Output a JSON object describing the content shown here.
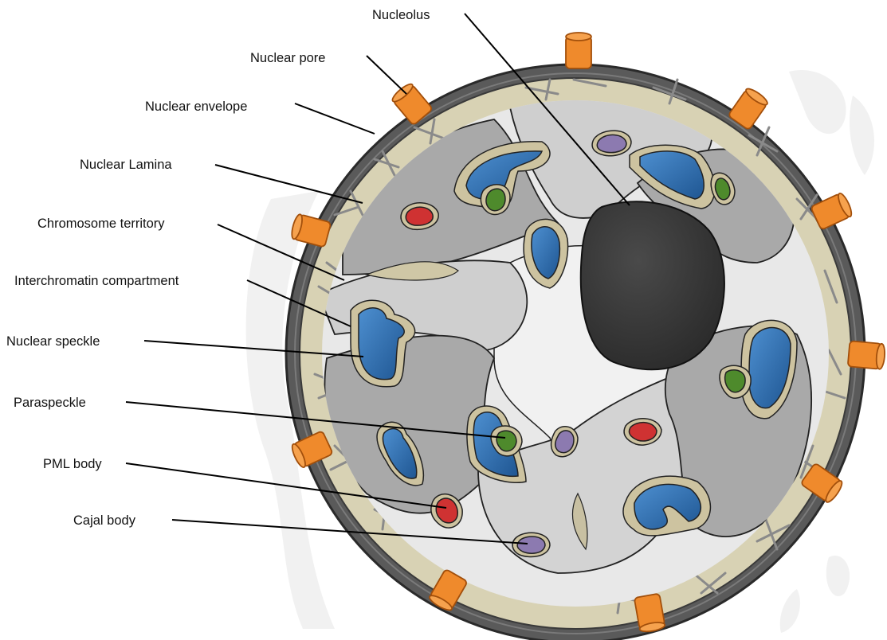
{
  "colors": {
    "envelope": "#555555",
    "lamina": "#d7d1b2",
    "territory": "#a7a7a7",
    "interchromatin": "#e2e2e2",
    "nucleolus": "#3a3a3a",
    "speckle": "#2c6fb0",
    "paraspeckle": "#4e8a2c",
    "pml_body": "#cf3232",
    "cajal_body": "#8c7ab0",
    "pore": "#ee8a2c",
    "watermark": "#f0f0f0"
  },
  "labels": {
    "nucleolus": "Nucleolus",
    "nuclear_pore": "Nuclear pore",
    "nuclear_envelope": "Nuclear envelope",
    "nuclear_lamina": "Nuclear Lamina",
    "chromosome_territory": "Chromosome territory",
    "interchromatin_compartment": "Interchromatin compartment",
    "nuclear_speckle": "Nuclear speckle",
    "paraspeckle": "Paraspeckle",
    "pml_body": "PML body",
    "cajal_body": "Cajal body"
  }
}
